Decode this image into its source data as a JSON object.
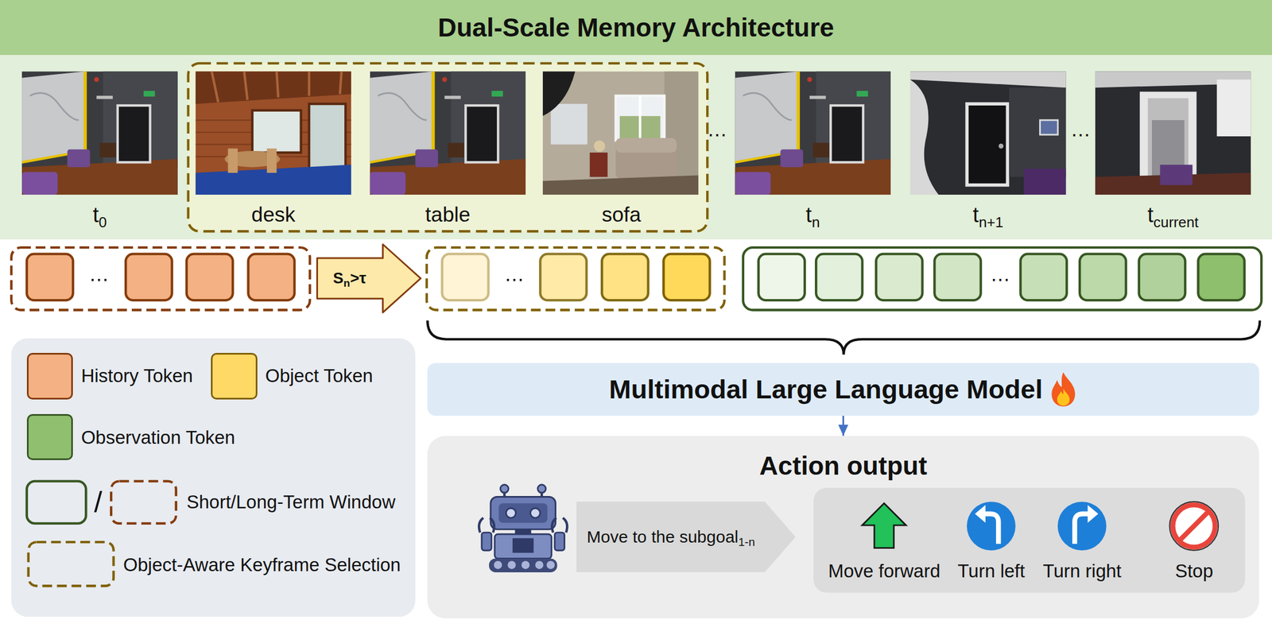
{
  "diagram": {
    "title": "Dual-Scale Memory Architecture",
    "nodes": [
      {
        "text": [
          "S",
          "n",
          ">τ"
        ]
      },
      {
        "text": [
          "Multimodal Large Language Model"
        ]
      },
      {
        "text": [
          "Action output"
        ]
      },
      {
        "text": [
          "Move to the subgoal",
          "1-n"
        ],
        "in": 2
      }
    ],
    "edges": [
      {
        "from": 1,
        "to": 2,
        "arrow": "to"
      }
    ],
    "labels": [
      "…",
      "…",
      "t",
      "0",
      "desk",
      "table",
      "sofa",
      "t",
      "n",
      "t",
      "n+1",
      "t",
      "current",
      "…",
      "…",
      "…",
      "Move forward",
      "Turn left",
      "Turn right",
      "Stop",
      "/"
    ],
    "legend": [
      {
        "text": "History Token",
        "color": "#f4b183"
      },
      {
        "text": "Object Token",
        "color": "#ffd966"
      },
      {
        "text": "Observation Token",
        "color": "#8fbf6f"
      },
      {
        "text": "Short/Long-Term Window"
      },
      {
        "text": "Object-Aware Keyframe Selection"
      }
    ]
  }
}
